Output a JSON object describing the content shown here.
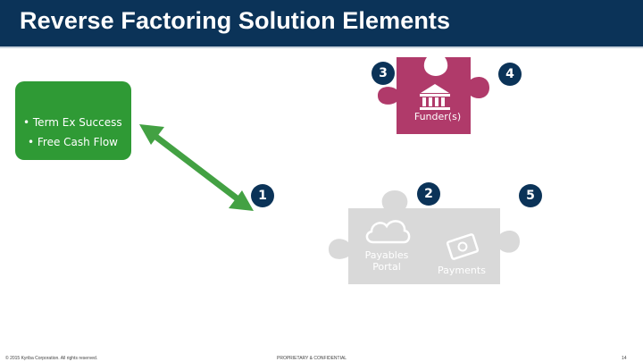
{
  "header": {
    "title": "Reverse Factoring Solution Elements"
  },
  "green_box": {
    "icon": "money-bag-icon",
    "bullets": [
      "• Term Ex Success",
      "• Free Cash Flow"
    ]
  },
  "pieces": {
    "funder": {
      "label": "Funder(s)",
      "icon": "bank-icon",
      "color": "#b03a6a"
    },
    "payables": {
      "label_line1": "Payables",
      "label_line2": "Portal",
      "icon": "cloud-icon",
      "color": "#d9d9d9"
    },
    "payments": {
      "label": "Payments",
      "icon": "money-icon",
      "color": "#d9d9d9"
    }
  },
  "badges": {
    "b1": "1",
    "b2": "2",
    "b3": "3",
    "b4": "4",
    "b5": "5"
  },
  "colors": {
    "navy": "#0b3358",
    "green": "#2f9a35",
    "magenta": "#b03a6a",
    "grey": "#d9d9d9"
  },
  "footer": {
    "copyright": "© 2015 Kyriba Corporation. All rights reserved.",
    "confidential": "PROPRIETARY & CONFIDENTIAL",
    "page": "14"
  }
}
